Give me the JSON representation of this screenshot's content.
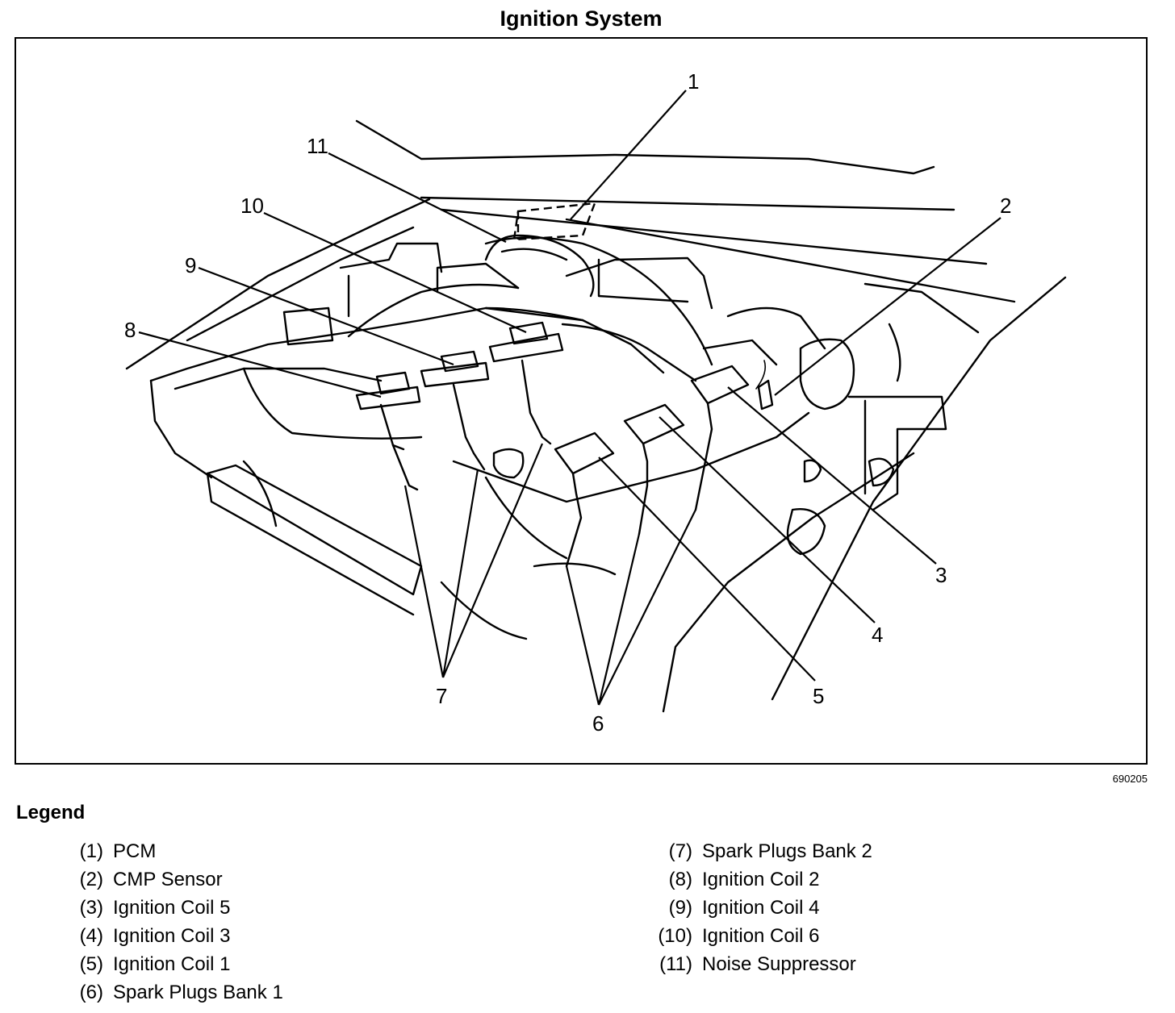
{
  "title": "Ignition System",
  "figure_id": "690205",
  "callouts": [
    "1",
    "2",
    "3",
    "4",
    "5",
    "6",
    "7",
    "8",
    "9",
    "10",
    "11"
  ],
  "legend": {
    "title": "Legend",
    "left": [
      {
        "num": "(1)",
        "label": "PCM"
      },
      {
        "num": "(2)",
        "label": "CMP Sensor"
      },
      {
        "num": "(3)",
        "label": "Ignition Coil 5"
      },
      {
        "num": "(4)",
        "label": "Ignition Coil 3"
      },
      {
        "num": "(5)",
        "label": "Ignition Coil 1"
      },
      {
        "num": "(6)",
        "label": "Spark Plugs Bank 1"
      }
    ],
    "right": [
      {
        "num": "(7)",
        "label": "Spark Plugs Bank 2"
      },
      {
        "num": "(8)",
        "label": "Ignition Coil 2"
      },
      {
        "num": "(9)",
        "label": "Ignition Coil 4"
      },
      {
        "num": "(10)",
        "label": "Ignition Coil 6"
      },
      {
        "num": "(11)",
        "label": "Noise Suppressor"
      }
    ]
  }
}
